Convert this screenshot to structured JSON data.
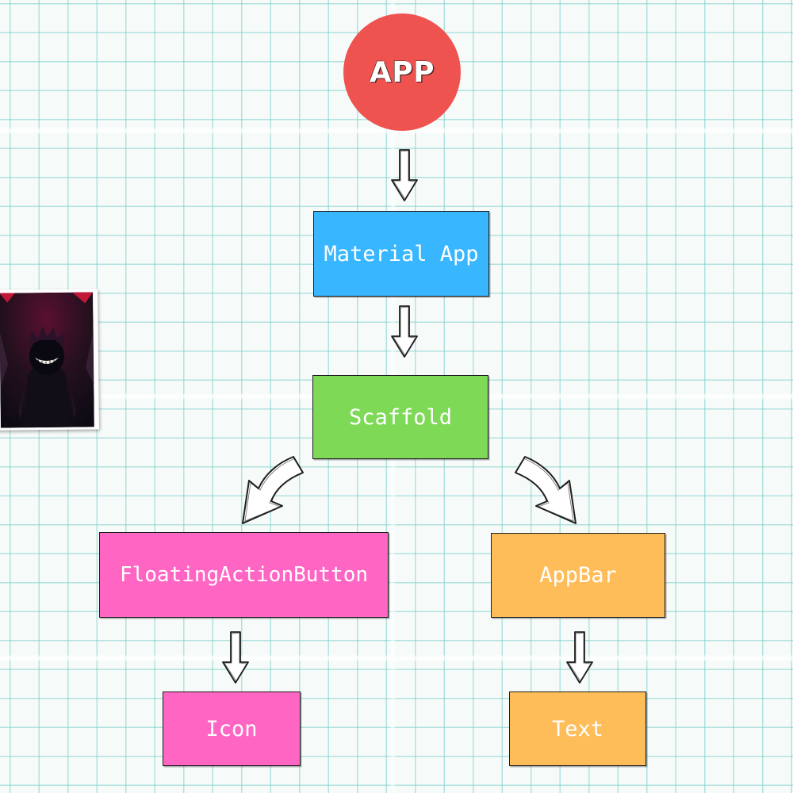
{
  "diagram": {
    "root": {
      "label": "APP",
      "color": "#ef5350"
    },
    "nodes": [
      {
        "id": "material-app",
        "label": "Material App",
        "color": "#38b6ff"
      },
      {
        "id": "scaffold",
        "label": "Scaffold",
        "color": "#7ed957"
      },
      {
        "id": "floating-action-button",
        "label": "FloatingActionButton",
        "color": "#ff66c4"
      },
      {
        "id": "appbar",
        "label": "AppBar",
        "color": "#ffbd59"
      },
      {
        "id": "icon",
        "label": "Icon",
        "color": "#ff66c4"
      },
      {
        "id": "text",
        "label": "Text",
        "color": "#ffbd59"
      }
    ],
    "edges": [
      {
        "from": "APP",
        "to": "Material App"
      },
      {
        "from": "Material App",
        "to": "Scaffold"
      },
      {
        "from": "Scaffold",
        "to": "FloatingActionButton"
      },
      {
        "from": "Scaffold",
        "to": "AppBar"
      },
      {
        "from": "FloatingActionButton",
        "to": "Icon"
      },
      {
        "from": "AppBar",
        "to": "Text"
      }
    ]
  },
  "sticker": {
    "icon": "dark-character-illustration"
  },
  "background": {
    "pattern": "grid-paper",
    "grid_color": "#78cdc8",
    "paper_color": "#f6fbfa"
  }
}
